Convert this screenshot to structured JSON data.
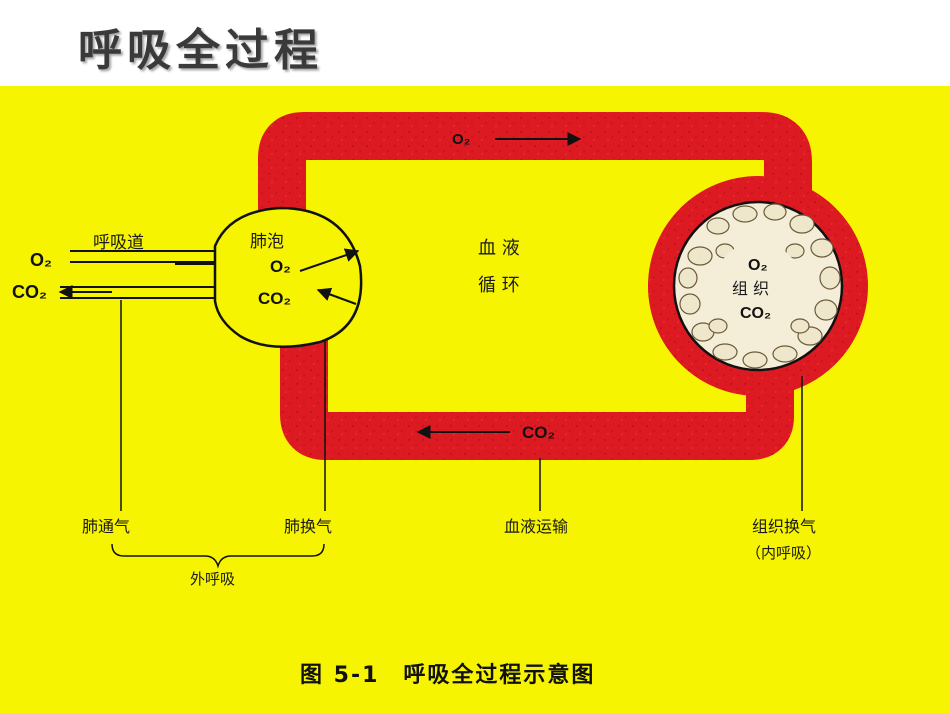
{
  "slide": {
    "title": "呼吸全过程"
  },
  "diagram": {
    "airway_label": "呼吸道",
    "inhaled_gas": "O₂",
    "exhaled_gas": "CO₂",
    "alveolus_label": "肺泡",
    "alveolus_o2": "O₂",
    "alveolus_co2": "CO₂",
    "blood_circulation": [
      "血 液",
      "循 环"
    ],
    "top_vessel_gas": "O₂",
    "bottom_vessel_gas": "CO₂",
    "tissue_o2": "O₂",
    "tissue_label": "组 织",
    "tissue_co2": "CO₂",
    "labels": {
      "pulmonary_ventilation": "肺通气",
      "pulmonary_gas_exchange": "肺换气",
      "blood_transport": "血液运输",
      "tissue_gas_exchange": "组织换气",
      "internal_respiration": "（内呼吸）",
      "external_respiration": "外呼吸"
    },
    "caption": "图 5-1　呼吸全过程示意图",
    "colors": {
      "background": "#f6f400",
      "vessel": "#dd1a22",
      "tissue_cell": "#efe7cc"
    }
  }
}
